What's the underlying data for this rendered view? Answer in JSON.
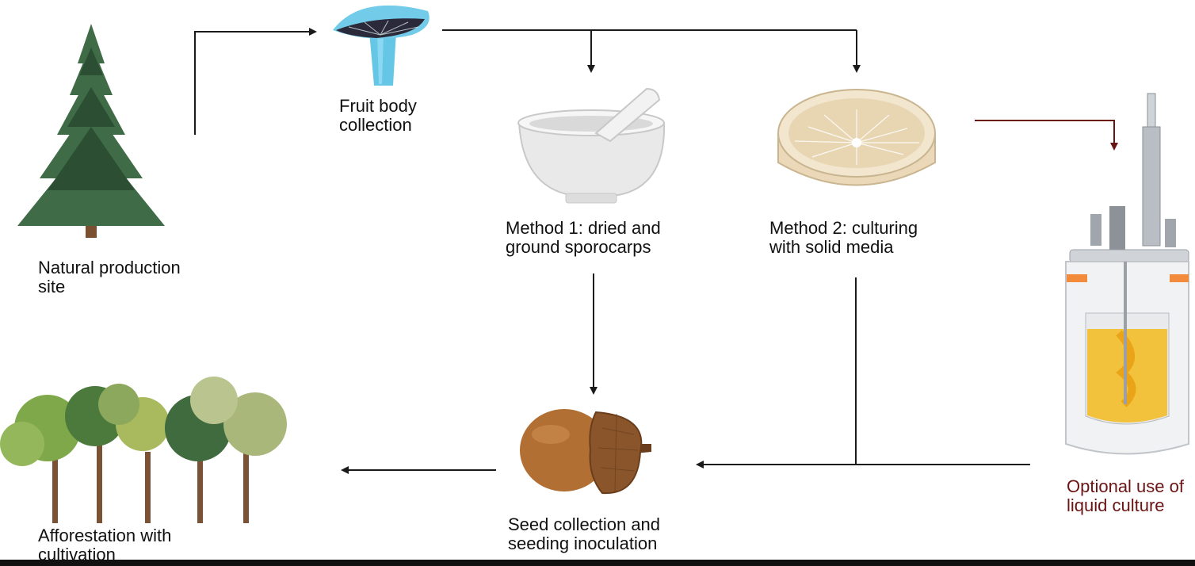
{
  "nodes": {
    "natural_site": {
      "line1": "Natural production",
      "line2": "site"
    },
    "fruit_body": {
      "line1": "Fruit body",
      "line2": "collection"
    },
    "method1": {
      "line1": "Method 1: dried and",
      "line2": "ground sporocarps"
    },
    "method2": {
      "line1": "Method 2: culturing",
      "line2": "with solid media"
    },
    "liquid_culture": {
      "line1": "Optional use of",
      "line2": "liquid culture"
    },
    "seed": {
      "line1": "Seed collection and",
      "line2": "seeding inoculation"
    },
    "afforestation": {
      "line1": "Afforestation with",
      "line2": "cultivation"
    }
  },
  "icons": [
    "conifer-tree-icon",
    "mushroom-icon",
    "mortar-pestle-icon",
    "petri-dish-icon",
    "bioreactor-icon",
    "acorn-icon",
    "forest-icon"
  ],
  "colors": {
    "arrow": "#1a1a1a",
    "optional_arrow": "#6b1414",
    "optional_text": "#6b1414"
  }
}
